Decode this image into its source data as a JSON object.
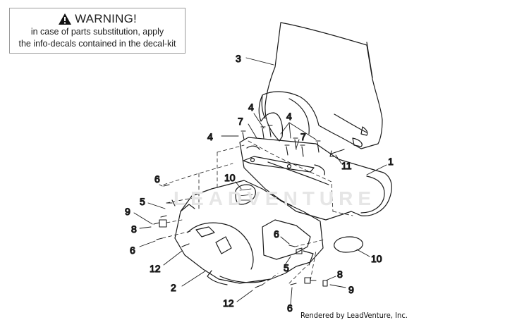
{
  "warning": {
    "icon": "warning-triangle-icon",
    "title": "WARNING!",
    "line1": "in case of parts substitution, apply",
    "line2": "the info-decals contained in the decal-kit"
  },
  "watermark": "LEADVENTURE",
  "credit": "Rendered by LeadVenture, Inc.",
  "callouts": {
    "c1": "1",
    "c2": "2",
    "c3": "3",
    "c4a": "4",
    "c4b": "4",
    "c4c": "4",
    "c5a": "5",
    "c5b": "5",
    "c6a": "6",
    "c6b": "6",
    "c6c": "6",
    "c6d": "6",
    "c7a": "7",
    "c7b": "7",
    "c8a": "8",
    "c8b": "8",
    "c9a": "9",
    "c9b": "9",
    "c10a": "10",
    "c10b": "10",
    "c11": "11",
    "c12a": "12",
    "c12b": "12"
  }
}
